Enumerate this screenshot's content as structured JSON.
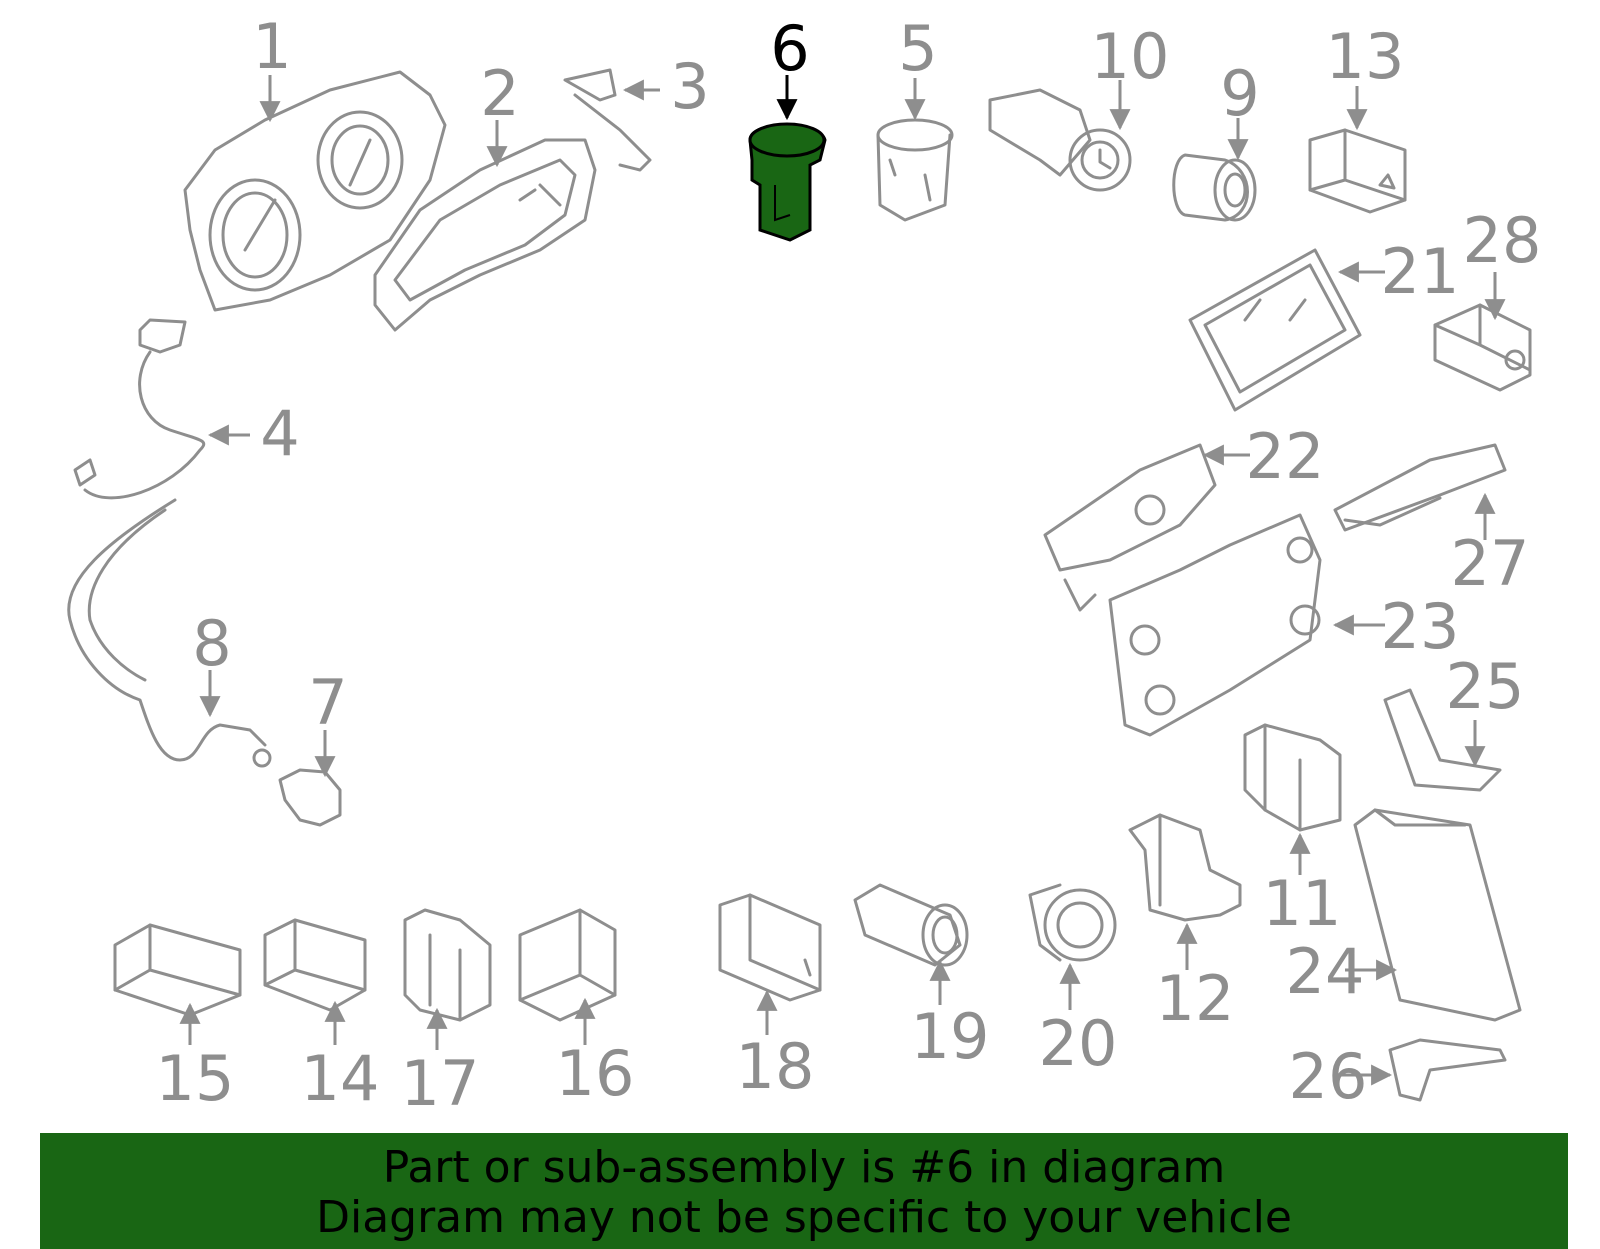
{
  "diagram": {
    "highlight_color": "#196614",
    "line_color": "#8e8e8e",
    "selected_part": "6",
    "callouts": [
      "1",
      "2",
      "3",
      "4",
      "5",
      "6",
      "7",
      "8",
      "9",
      "10",
      "11",
      "12",
      "13",
      "14",
      "15",
      "16",
      "17",
      "18",
      "19",
      "20",
      "21",
      "22",
      "23",
      "24",
      "25",
      "26",
      "27",
      "28"
    ]
  },
  "banner": {
    "line1": "Part or sub-assembly is #6 in diagram",
    "line2": "Diagram may not be specific to your vehicle"
  }
}
